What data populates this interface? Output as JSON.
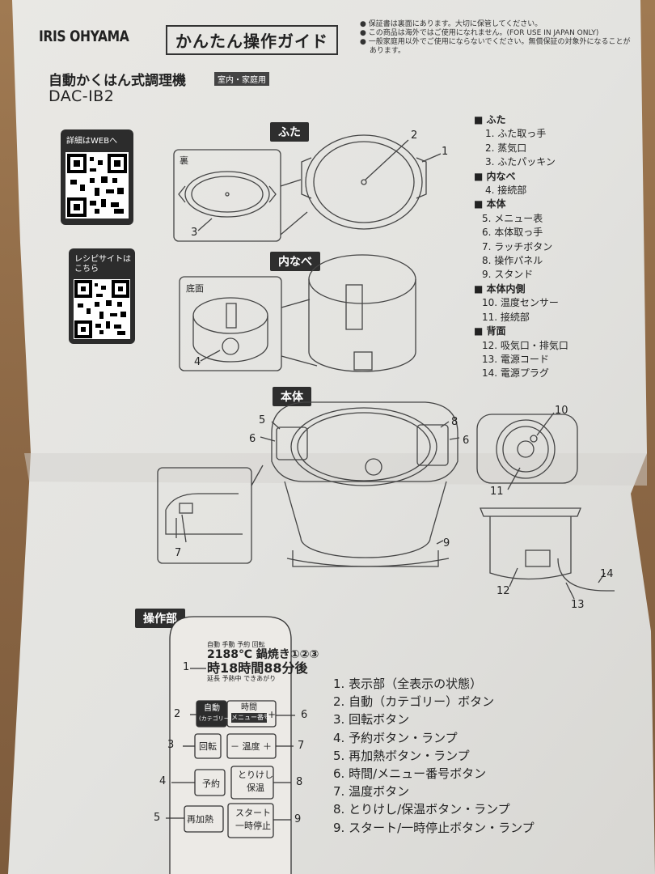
{
  "header": {
    "brand": "IRIS OHYAMA",
    "guide_title": "かんたん操作ガイド",
    "notes": [
      "● 保証書は裏面にあります。大切に保管してください。",
      "● この商品は海外ではご使用になれません。(FOR USE IN JAPAN ONLY)",
      "● 一般家庭用以外でご使用にならないでください。無償保証の対象外になることが",
      "　 あります。"
    ],
    "product_name": "自動かくはん式調理機",
    "usage_tag": "室内・家庭用",
    "model": "DAC-IB2"
  },
  "qr": {
    "web_label": "詳細はWEBへ",
    "recipe_label_1": "レシピサイトは",
    "recipe_label_2": "こちら"
  },
  "sections": {
    "lid": "ふた",
    "inner_pot": "内なべ",
    "body": "本体",
    "control": "操作部"
  },
  "diagram": {
    "back_label": "裏",
    "bottom_label": "底面",
    "callouts": [
      "2",
      "1",
      "3",
      "4",
      "5",
      "6",
      "8",
      "6",
      "9",
      "7",
      "10",
      "11",
      "12",
      "13",
      "14"
    ]
  },
  "parts": [
    "■ ふた",
    "1. ふた取っ手",
    "2. 蒸気口",
    "3. ふたパッキン",
    "■ 内なべ",
    "4. 接続部",
    "■ 本体",
    "5. メニュー表",
    "6. 本体取っ手",
    "7. ラッチボタン",
    "8. 操作パネル",
    "9. スタンド",
    "■ 本体内側",
    "10. 温度センサー",
    "11. 接続部",
    "■ 背面",
    "12. 吸気口・排気口",
    "13. 電源コード",
    "14. 電源プラグ"
  ],
  "panel": {
    "display_line1": "自動 手動 予約 回転",
    "display_line2": "2188℃ 鍋焼き①②③",
    "display_line3": "時18時間88分後",
    "display_line4": "延長 予熱中 できあがり",
    "btn_auto_1": "自動",
    "btn_auto_2": "(カテゴリー)",
    "btn_time_1": "時間",
    "btn_time_2": "メニュー番号",
    "plus": "+",
    "btn_rotate": "回転",
    "btn_temp": "－ 温度 ＋",
    "btn_reserve": "予約",
    "btn_cancel_1": "とりけし",
    "btn_cancel_2": "保温",
    "btn_reheat": "再加熱",
    "btn_start_1": "スタート",
    "btn_start_2": "一時停止",
    "callouts": [
      "1",
      "2",
      "3",
      "4",
      "5",
      "6",
      "7",
      "8",
      "9"
    ]
  },
  "controls": [
    "1. 表示部（全表示の状態）",
    "2. 自動（カテゴリー）ボタン",
    "3. 回転ボタン",
    "4. 予約ボタン・ランプ",
    "5. 再加熱ボタン・ランプ",
    "6. 時間/メニュー番号ボタン",
    "7. 温度ボタン",
    "8. とりけし/保温ボタン・ランプ",
    "9. スタート/一時停止ボタン・ランプ"
  ]
}
